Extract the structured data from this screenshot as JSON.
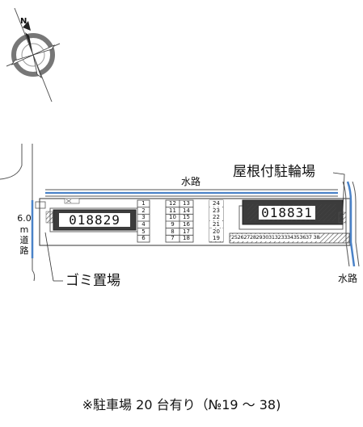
{
  "compass": {
    "north_label": "N",
    "icon": "compass-rose-icon"
  },
  "labels": {
    "water_channel_top": "水路",
    "water_channel_right": "水路",
    "covered_bike_parking": "屋根付駐輪場",
    "garbage_area": "ゴミ置場",
    "road_width": "6.0",
    "road_unit": "m",
    "road_char1": "道",
    "road_char2": "路"
  },
  "buildings": [
    {
      "id": "018829"
    },
    {
      "id": "018831"
    }
  ],
  "parking": {
    "col_a": [
      "1",
      "2",
      "3",
      "4",
      "5",
      "6"
    ],
    "col_b": [
      "12",
      "11",
      "10",
      "9",
      "8",
      "7"
    ],
    "col_c": [
      "13",
      "14",
      "15",
      "16",
      "17",
      "18"
    ],
    "col_d": [
      "24",
      "23",
      "22",
      "21",
      "20",
      "19"
    ],
    "row_e": "25262728293031323334353637 38"
  },
  "caption": "※駐車場 20 台有り（№19 ～ 38)"
}
